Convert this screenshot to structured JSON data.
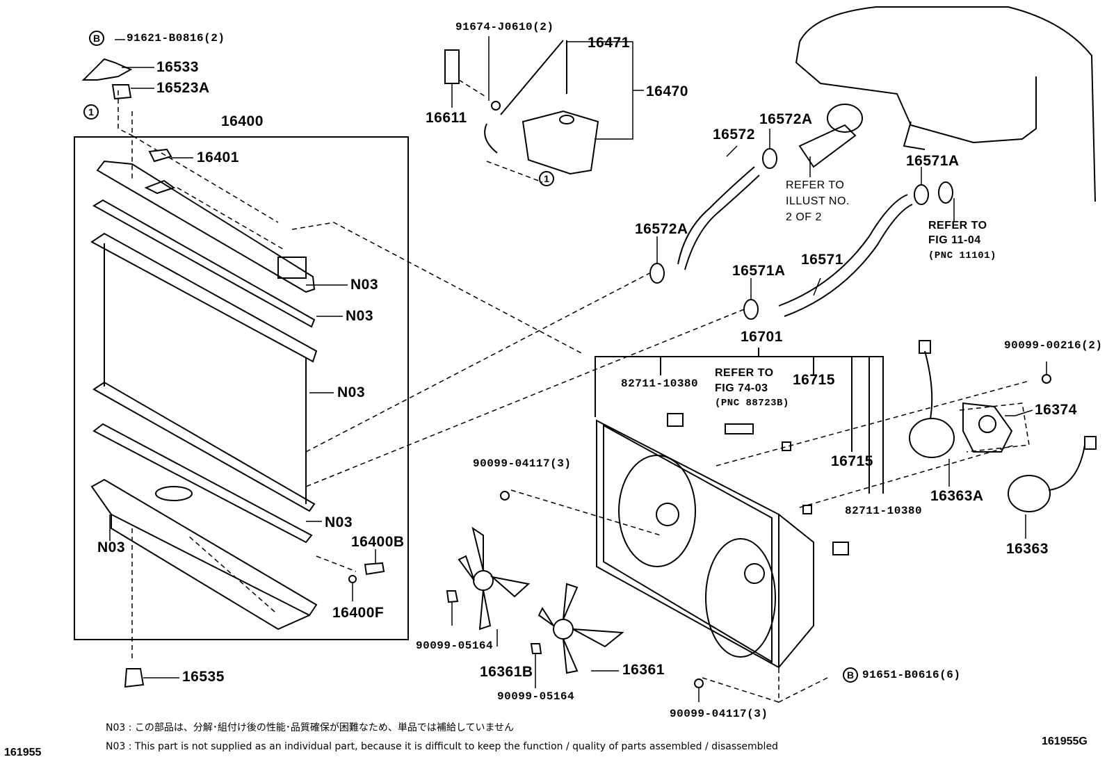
{
  "diagram": {
    "figure_id_left": "161955",
    "figure_id_right": "161955G",
    "callout_1": "1",
    "callout_b": "B",
    "labels": {
      "p91621": "91621-B0816(2)",
      "p16533": "16533",
      "p16523A": "16523A",
      "p16400": "16400",
      "p16401": "16401",
      "n03_a": "N03",
      "n03_b": "N03",
      "n03_c": "N03",
      "n03_d": "N03",
      "n03_e": "N03",
      "p16400B": "16400B",
      "p16400F": "16400F",
      "p16535": "16535",
      "p91674": "91674-J0610(2)",
      "p16611": "16611",
      "p16471": "16471",
      "p16470": "16470",
      "p16572": "16572",
      "p16572A_top": "16572A",
      "p16572A_low": "16572A",
      "p16571A_top": "16571A",
      "p16571A_low": "16571A",
      "p16571": "16571",
      "p16701": "16701",
      "p82711_a": "82711-10380",
      "p82711_b": "82711-10380",
      "p16715_a": "16715",
      "p16715_b": "16715",
      "p90099_00216": "90099-00216(2)",
      "p16374": "16374",
      "p16363A": "16363A",
      "p16363": "16363",
      "p90099_04117_a": "90099-04117(3)",
      "p90099_04117_b": "90099-04117(3)",
      "p90099_05164_a": "90099-05164",
      "p90099_05164_b": "90099-05164",
      "p16361B": "16361B",
      "p16361": "16361",
      "p91651": "91651-B0616(6)"
    },
    "refs": {
      "illust": [
        "REFER TO",
        "ILLUST NO.",
        "2 OF 2"
      ],
      "fig1104": [
        "REFER TO",
        "FIG 11-04",
        "(PNC 11101)"
      ],
      "fig7403": [
        "REFER TO",
        "FIG 74-03",
        "(PNC 88723B)"
      ]
    },
    "notes": {
      "ja": "N03 : この部品は、分解･組付け後の性能･品質確保が困難なため、単品では補給していません",
      "en": "N03 : This part is not supplied as an individual part, because it is difficult to keep the function / quality of parts assembled / disassembled"
    }
  }
}
